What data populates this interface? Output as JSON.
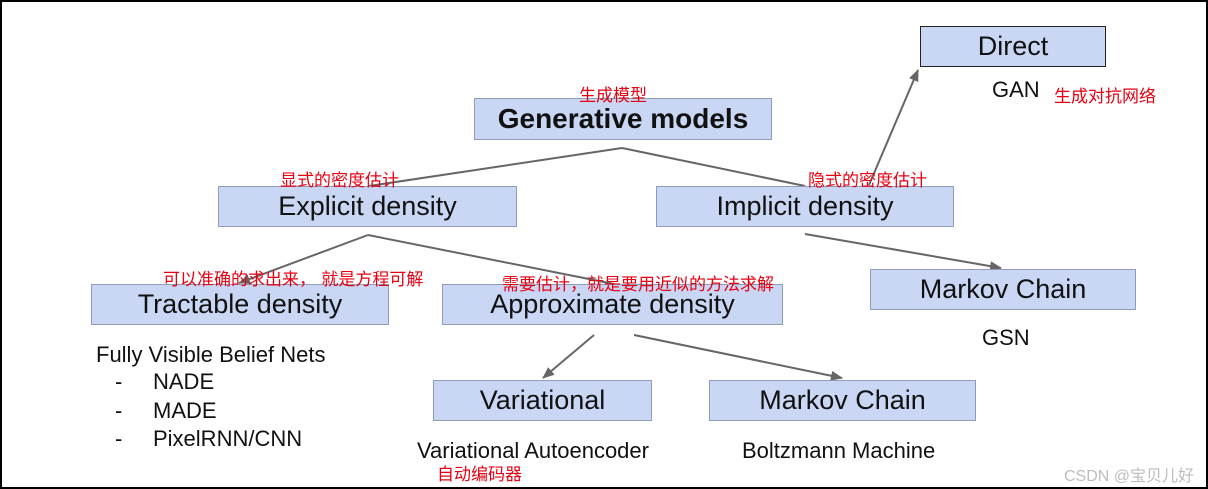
{
  "nodes": {
    "generative": "Generative models",
    "explicit": "Explicit density",
    "implicit": "Implicit density",
    "direct": "Direct",
    "tractable": "Tractable density",
    "approximate": "Approximate density",
    "markov_implicit": "Markov Chain",
    "variational": "Variational",
    "markov_approx": "Markov Chain"
  },
  "labels": {
    "gan": "GAN",
    "gsn": "GSN",
    "fvbn_title": "Fully Visible Belief Nets",
    "fvbn_items": [
      "NADE",
      "MADE",
      "PixelRNN/CNN"
    ],
    "fvbn_bullet": "-",
    "vae": "Variational Autoencoder",
    "boltzmann": "Boltzmann Machine"
  },
  "annotations": {
    "generative_cn": "生成模型",
    "explicit_cn": "显式的密度估计",
    "implicit_cn": "隐式的密度估计",
    "gan_cn": "生成对抗网络",
    "tractable_cn": "可以准确的求出来， 就是方程可解",
    "approximate_cn": "需要估计，就是要用近似的方法求解",
    "vae_cn": "自动编码器"
  },
  "watermark": "CSDN @宝贝儿好",
  "colors": {
    "box_fill": "#c9d7f4",
    "box_border": "#8f9dba",
    "arrow": "#666666",
    "annotation_red": "#e60012",
    "frame": "#000000"
  }
}
